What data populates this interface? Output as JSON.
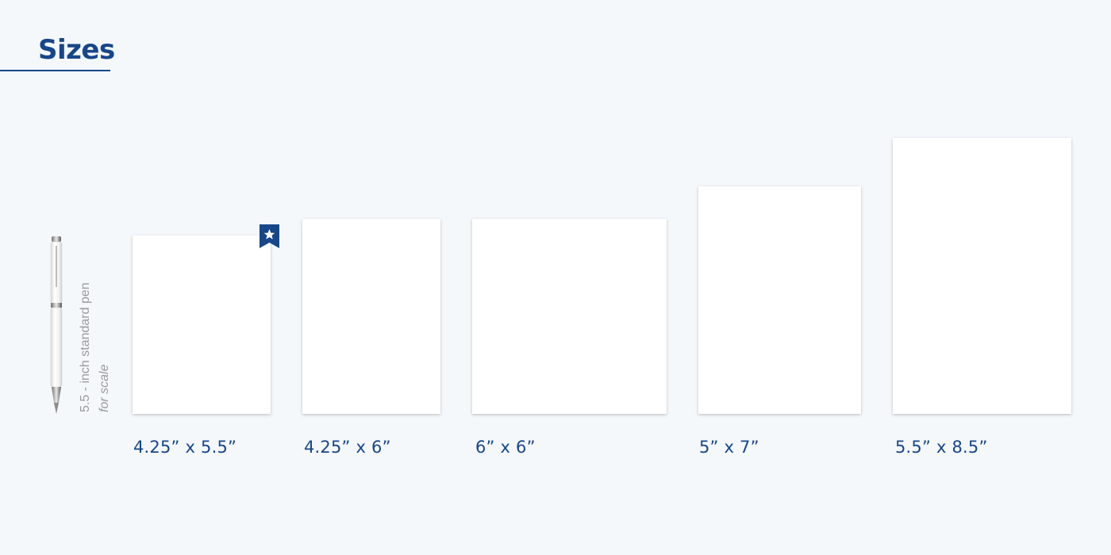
{
  "heading": "Sizes",
  "pen_note": {
    "line1": "5.5 - inch standard pen",
    "line2": "for scale"
  },
  "sizes": [
    {
      "label": "4.25” x 5.5”",
      "featured": true,
      "featured_icon": "star-bookmark-icon"
    },
    {
      "label": "4.25” x 6”",
      "featured": false
    },
    {
      "label": "6” x 6”",
      "featured": false
    },
    {
      "label": "5” x 7”",
      "featured": false
    },
    {
      "label": "5.5” x 8.5”",
      "featured": false
    }
  ],
  "colors": {
    "accent": "#17468a",
    "background": "#f4f8fb",
    "card": "#ffffff",
    "muted_text": "#9a9a9a"
  }
}
